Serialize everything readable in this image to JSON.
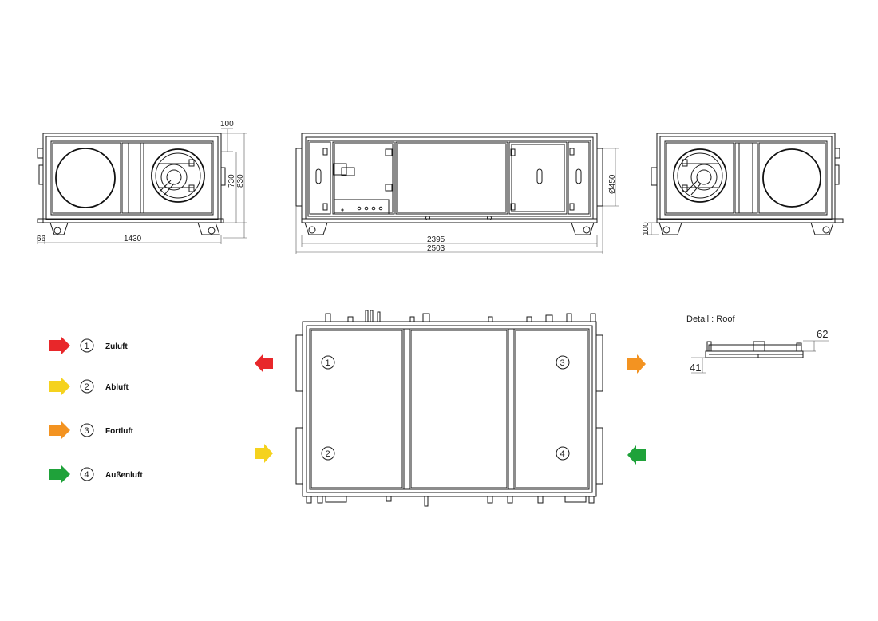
{
  "colors": {
    "supply": "#e8272a",
    "extract": "#f5d21e",
    "exhaust": "#f39321",
    "outdoor": "#1fa23a",
    "line": "#1a1a1a"
  },
  "legend": [
    {
      "number": "1",
      "label": "Zuluft",
      "color_key": "supply"
    },
    {
      "number": "2",
      "label": "Abluft",
      "color_key": "extract"
    },
    {
      "number": "3",
      "label": "Fortluft",
      "color_key": "exhaust"
    },
    {
      "number": "4",
      "label": "Außenluft",
      "color_key": "outdoor"
    }
  ],
  "dimensions": {
    "left_view": {
      "top_offset": "100",
      "height_inner": "730",
      "height_total": "830",
      "foot": "66",
      "width": "1430"
    },
    "front_view": {
      "length_inner": "2395",
      "length_total": "2503",
      "duct_diameter": "Ø450"
    },
    "right_view": {
      "foot_height": "100"
    }
  },
  "plan_view": {
    "ports": [
      "1",
      "2",
      "3",
      "4"
    ]
  },
  "detail": {
    "title": "Detail : Roof",
    "dim_top": "62",
    "dim_side": "41"
  }
}
